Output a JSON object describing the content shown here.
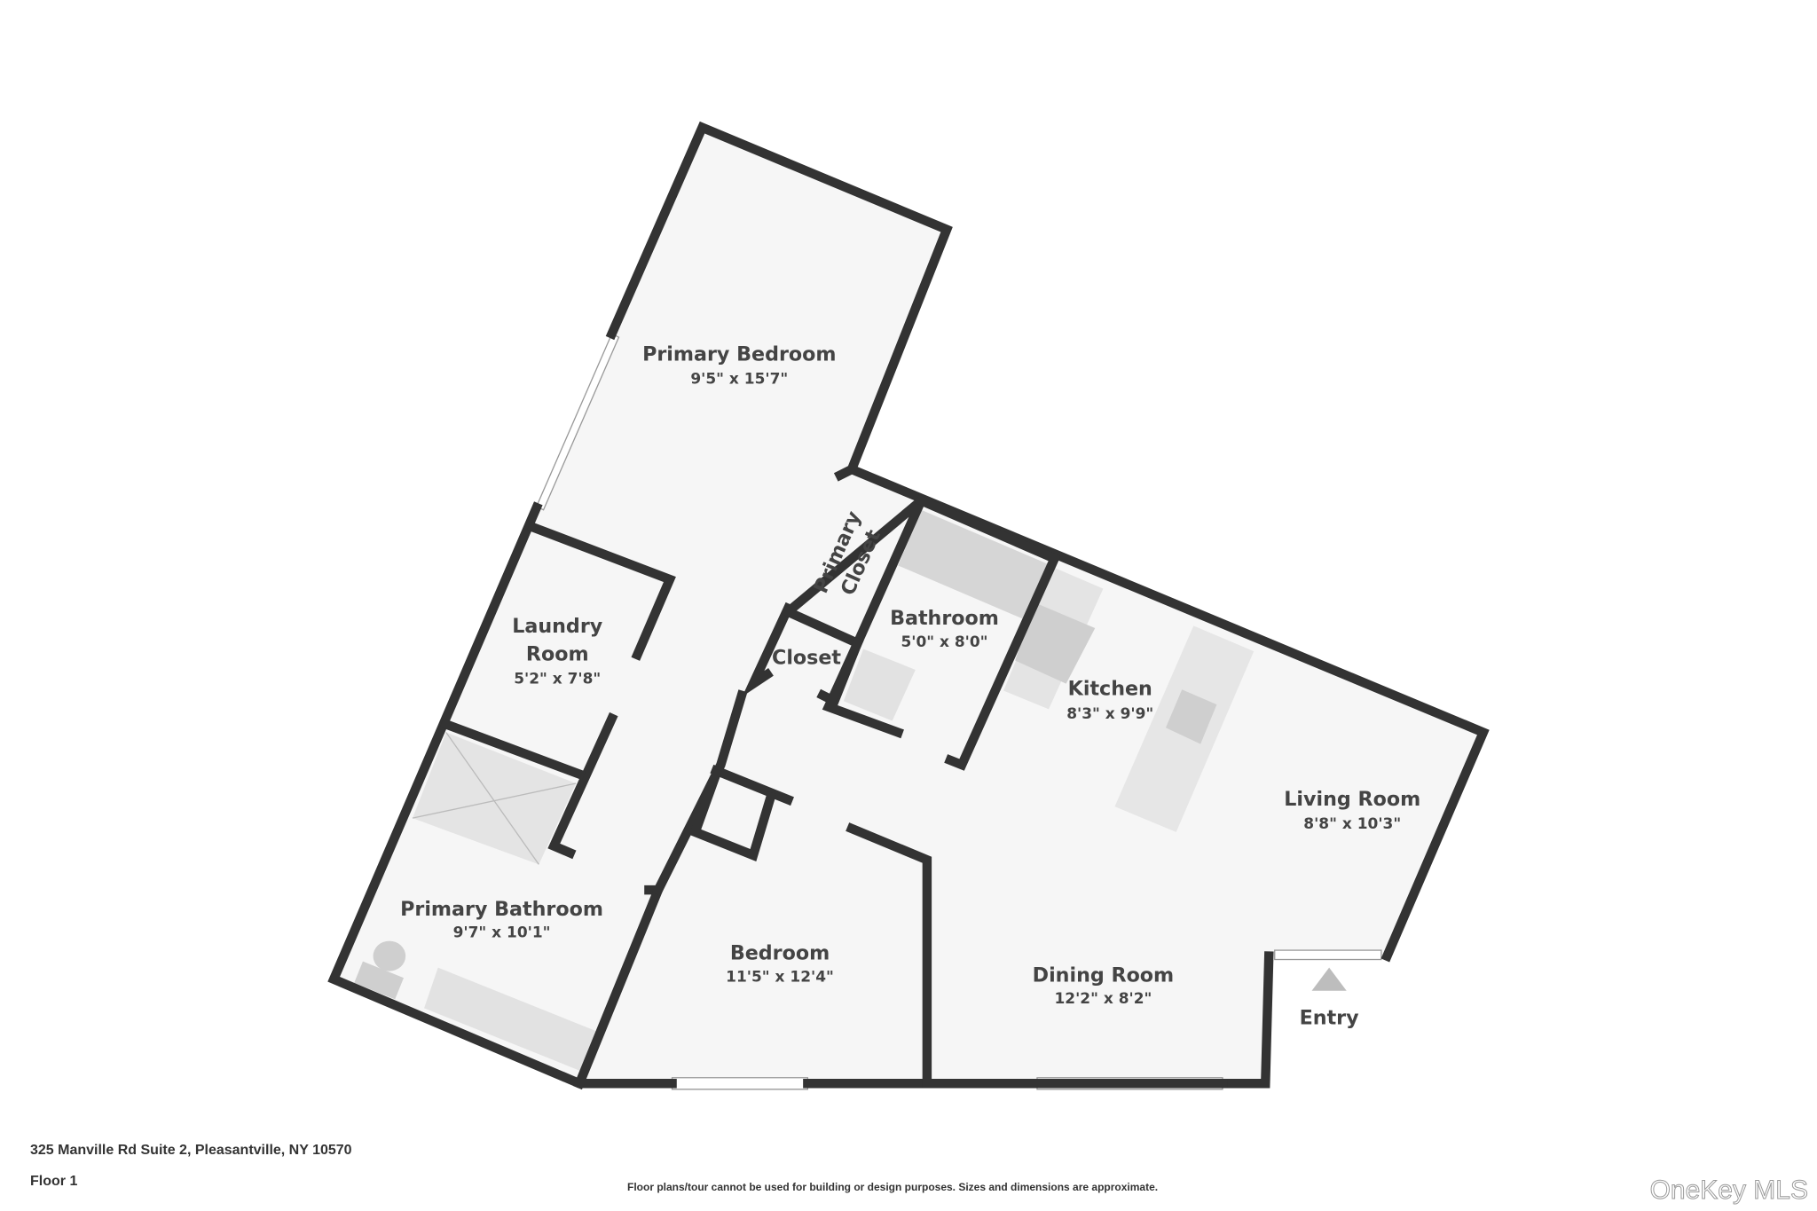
{
  "rooms": [
    {
      "name": "Primary Bedroom",
      "dims": "9'5\" x 15'7\""
    },
    {
      "name": "Primary Closet",
      "name_line1": "Primary",
      "name_line2": "Closet"
    },
    {
      "name": "Bathroom",
      "dims": "5'0\" x 8'0\""
    },
    {
      "name": "Closet"
    },
    {
      "name": "Kitchen",
      "dims": "8'3\" x 9'9\""
    },
    {
      "name": "Laundry Room",
      "name_line1": "Laundry",
      "name_line2": "Room",
      "dims": "5'2\" x 7'8\""
    },
    {
      "name": "Living Room",
      "dims": "8'8\" x 10'3\""
    },
    {
      "name": "Primary Bathroom",
      "dims": "9'7\" x 10'1\""
    },
    {
      "name": "Bedroom",
      "dims": "11'5\" x 12'4\""
    },
    {
      "name": "Dining Room",
      "dims": "12'2\" x 8'2\""
    },
    {
      "name": "Entry"
    }
  ],
  "footer": {
    "address": "325 Manville Rd Suite 2, Pleasantville, NY 10570",
    "floor": "Floor 1",
    "disclaimer": "Floor plans/tour cannot be used for building or design purposes. Sizes and dimensions are approximate.",
    "watermark": "OneKey MLS"
  },
  "colors": {
    "wall": "#333333",
    "floor": "#f6f6f6",
    "fixture": "#d4d4d4"
  }
}
